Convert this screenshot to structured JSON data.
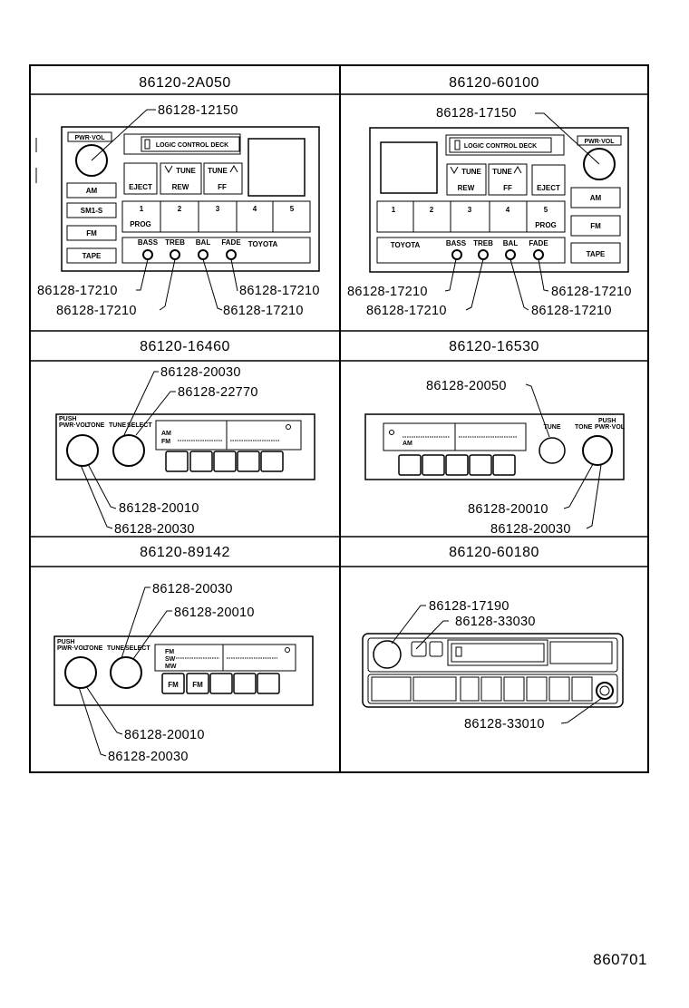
{
  "cells": [
    {
      "header": "86120-2A050",
      "callouts": [
        "86128-12150",
        "86128-17210",
        "86128-17210",
        "86128-17210",
        "86128-17210"
      ],
      "panel": {
        "pwr_vol": "PWR·VOL",
        "logic": "LOGIC CONTROL DECK",
        "am": "AM",
        "fm": "FM",
        "tape": "TAPE",
        "seek": "SM1-S",
        "eject": "EJECT",
        "tune_down": "TUNE",
        "tune_up": "TUNE",
        "rew": "REW",
        "ff": "FF",
        "presets": [
          "1",
          "2",
          "3",
          "4",
          "5"
        ],
        "prog": "PROG",
        "knobs": [
          "BASS",
          "TREB",
          "BAL",
          "FADE"
        ],
        "brand": "TOYOTA"
      }
    },
    {
      "header": "86120-60100",
      "callouts": [
        "86128-17150",
        "86128-17210",
        "86128-17210",
        "86128-17210",
        "86128-17210"
      ],
      "panel": {
        "pwr_vol": "PWR·VOL",
        "logic": "LOGIC CONTROL DECK",
        "am": "AM",
        "fm": "FM",
        "tape": "TAPE",
        "eject": "EJECT",
        "tune_down": "TUNE",
        "tune_up": "TUNE",
        "rew": "REW",
        "ff": "FF",
        "presets": [
          "1",
          "2",
          "3",
          "4",
          "5"
        ],
        "prog": "PROG",
        "knobs": [
          "BASS",
          "TREB",
          "BAL",
          "FADE"
        ],
        "brand": "TOYOTA"
      }
    },
    {
      "header": "86120-16460",
      "callouts": [
        "86128-20030",
        "86128-22770",
        "86128-20010",
        "86128-20030"
      ],
      "panel": {
        "push": "PUSH",
        "pwr_vol": "PWR·VOL",
        "tone": "TONE",
        "tune": "TUNE",
        "select": "SELECT",
        "am": "AM",
        "fm": "FM"
      }
    },
    {
      "header": "86120-16530",
      "callouts": [
        "86128-20050",
        "86128-20010",
        "86128-20030"
      ],
      "panel": {
        "push": "PUSH",
        "pwr_vol": "PWR·VOL",
        "tone": "TONE",
        "tune": "TUNE",
        "am": "AM"
      }
    },
    {
      "header": "86120-89142",
      "callouts": [
        "86128-20030",
        "86128-20010",
        "86128-20010",
        "86128-20030"
      ],
      "panel": {
        "push": "PUSH",
        "pwr_vol": "PWR·VOL",
        "tone": "TONE",
        "tune": "TUNE",
        "select": "SELECT",
        "fm": "FM",
        "sw": "SW",
        "mw": "MW",
        "preset_fm": "FM"
      }
    },
    {
      "header": "86120-60180",
      "callouts": [
        "86128-17190",
        "86128-33030",
        "86128-33010"
      ]
    }
  ],
  "figure_number": "860701"
}
